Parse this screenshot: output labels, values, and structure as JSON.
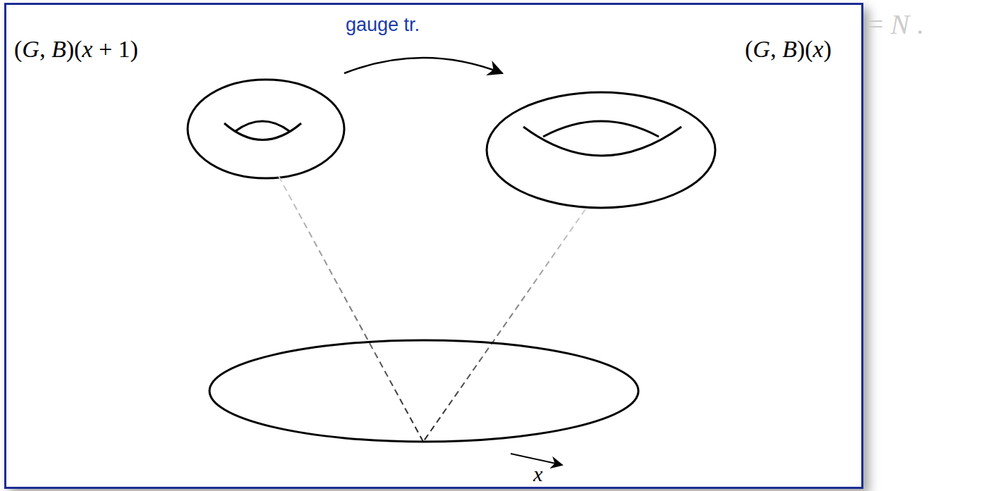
{
  "diagram": {
    "labels": [
      "(G, B)(x + 1)",
      "gauge tr.",
      "(G, B)(x)",
      "= N .",
      "x"
    ]
  }
}
